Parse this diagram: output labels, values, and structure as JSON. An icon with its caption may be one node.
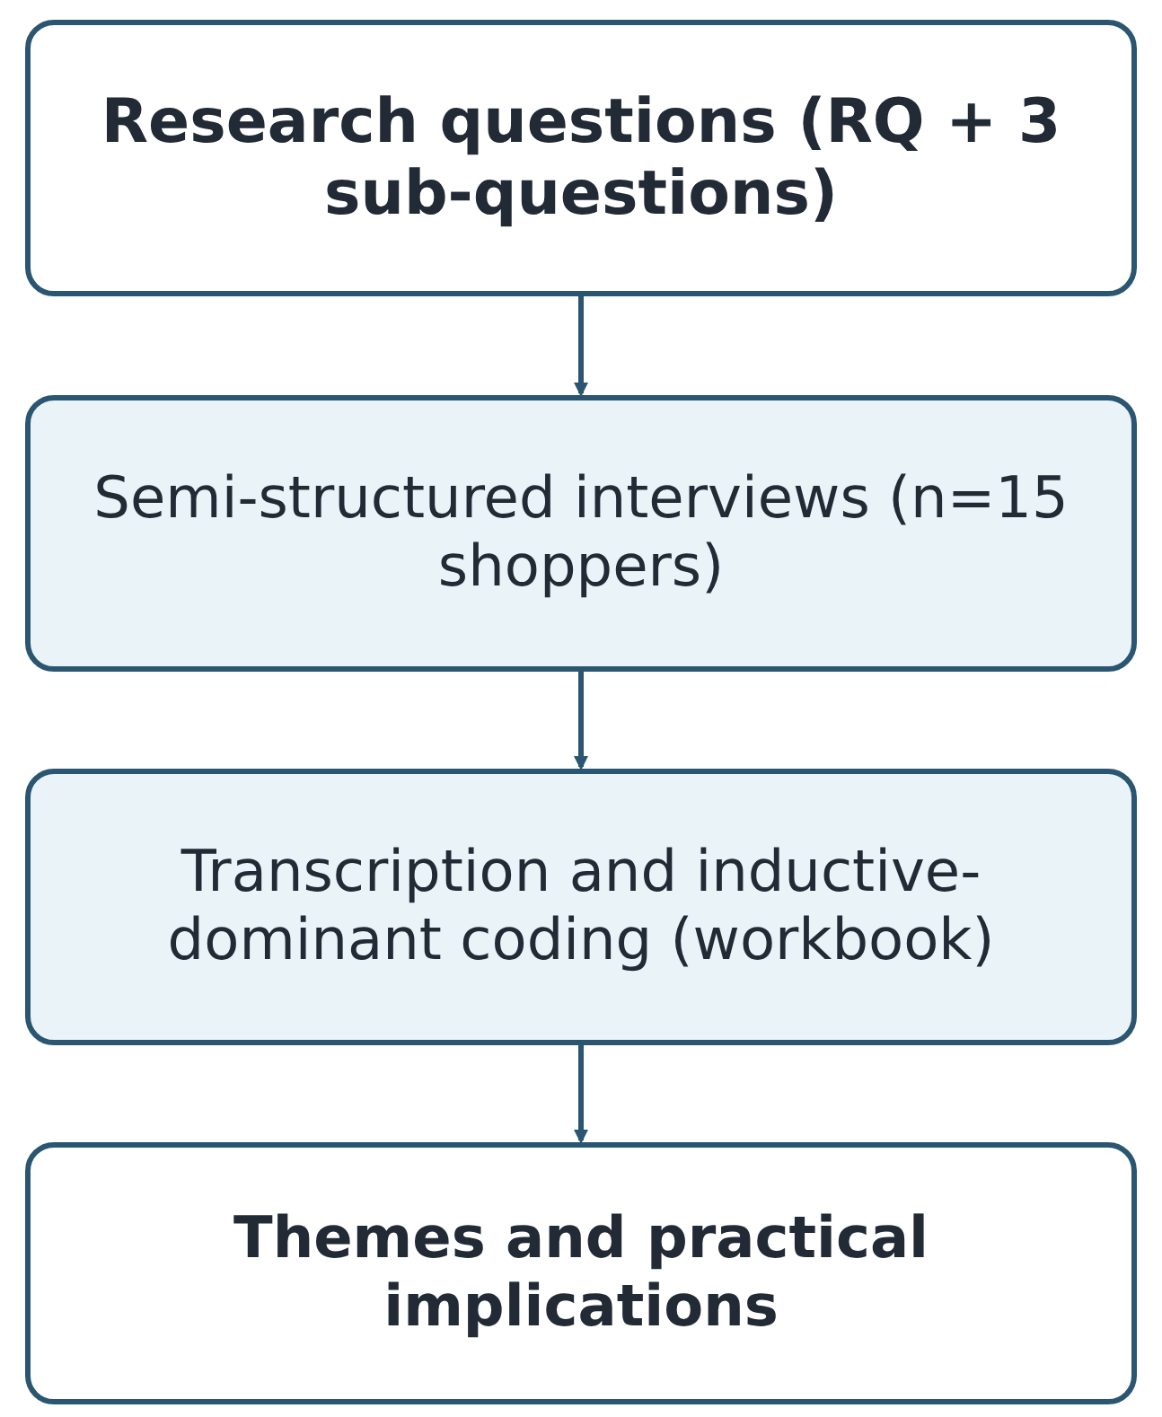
{
  "diagram": {
    "nodes": [
      {
        "text": [
          "Research questions (RQ + 3 sub-questions)"
        ]
      },
      {
        "text": [
          "Semi-structured interviews (n=15 shoppers)"
        ]
      },
      {
        "text": [
          "Transcription and inductive-dominant coding (workbook)"
        ]
      },
      {
        "text": [
          "Themes and practical implications"
        ]
      }
    ],
    "edges": [
      {
        "from": 0,
        "to": 1,
        "arrow": "to"
      },
      {
        "from": 1,
        "to": 2,
        "arrow": "to"
      },
      {
        "from": 2,
        "to": 3,
        "arrow": "to"
      }
    ]
  }
}
